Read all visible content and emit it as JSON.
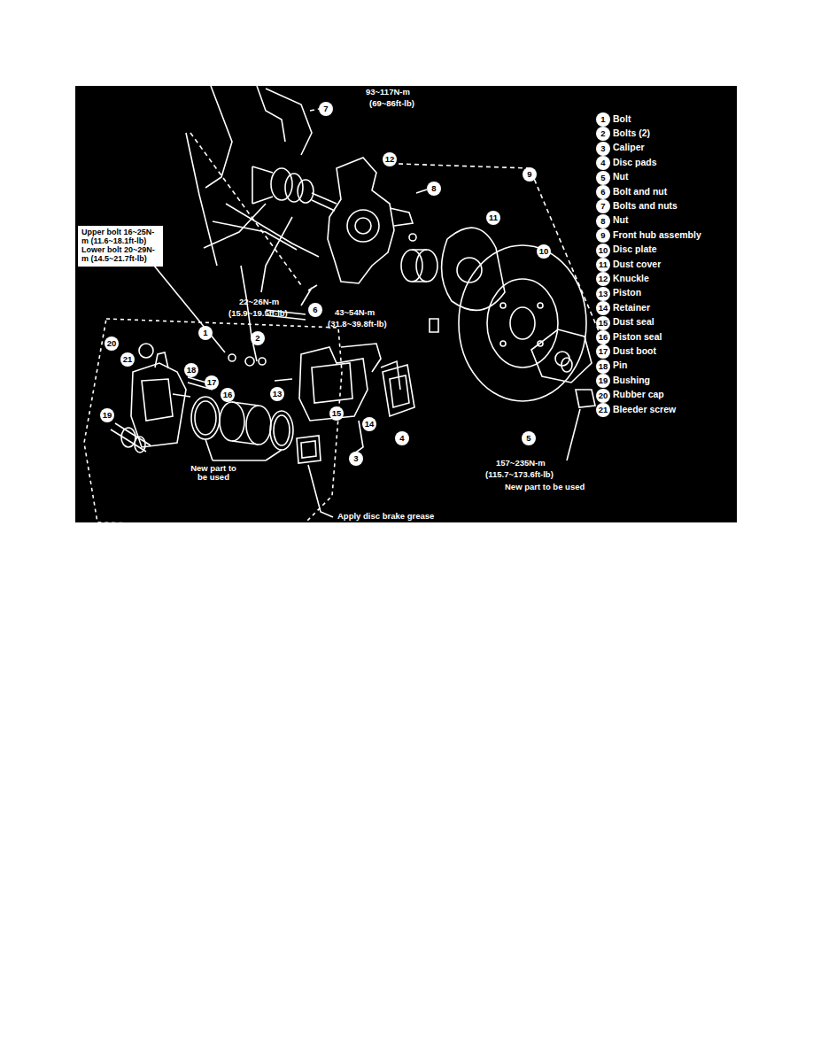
{
  "diagram": {
    "nodes": [
      {
        "text": [
          "Upper bolt 16~25N-m (11.6~18.1ft-lb)",
          "Lower bolt 20~29N-m (14.5~21.7ft-lb)"
        ]
      }
    ],
    "labels": [
      "93~117N-m",
      "(69~86ft-lb)",
      "7",
      "12",
      "8",
      "9",
      "11",
      "10",
      "6",
      "22~26N-m",
      "(15.9~19.5ft-lb)",
      "43~54N-m",
      "(31.8~39.8ft-lb)",
      "1",
      "2",
      "20",
      "21",
      "18",
      "17",
      "16",
      "13",
      "15",
      "14",
      "19",
      "3",
      "4",
      "5",
      "157~235N-m",
      "(115.7~173.6ft-lb)",
      "New part to be used",
      "New part to be used",
      "Apply disc brake grease",
      "1",
      "Bolt",
      "2",
      "Bolts (2)",
      "3",
      "Caliper",
      "4",
      "Disc pads",
      "5",
      "Nut",
      "6",
      "Bolt and nut",
      "7",
      "Bolts and nuts",
      "8",
      "Nut",
      "9",
      "Front hub assembly",
      "10",
      "Disc plate",
      "11",
      "Dust cover",
      "12",
      "Knuckle",
      "13",
      "Piston",
      "14",
      "Retainer",
      "15",
      "Dust seal",
      "16",
      "Piston seal",
      "17",
      "Dust boot",
      "18",
      "Pin",
      "19",
      "Bushing",
      "20",
      "Rubber cap",
      "21",
      "Bleeder screw"
    ]
  }
}
